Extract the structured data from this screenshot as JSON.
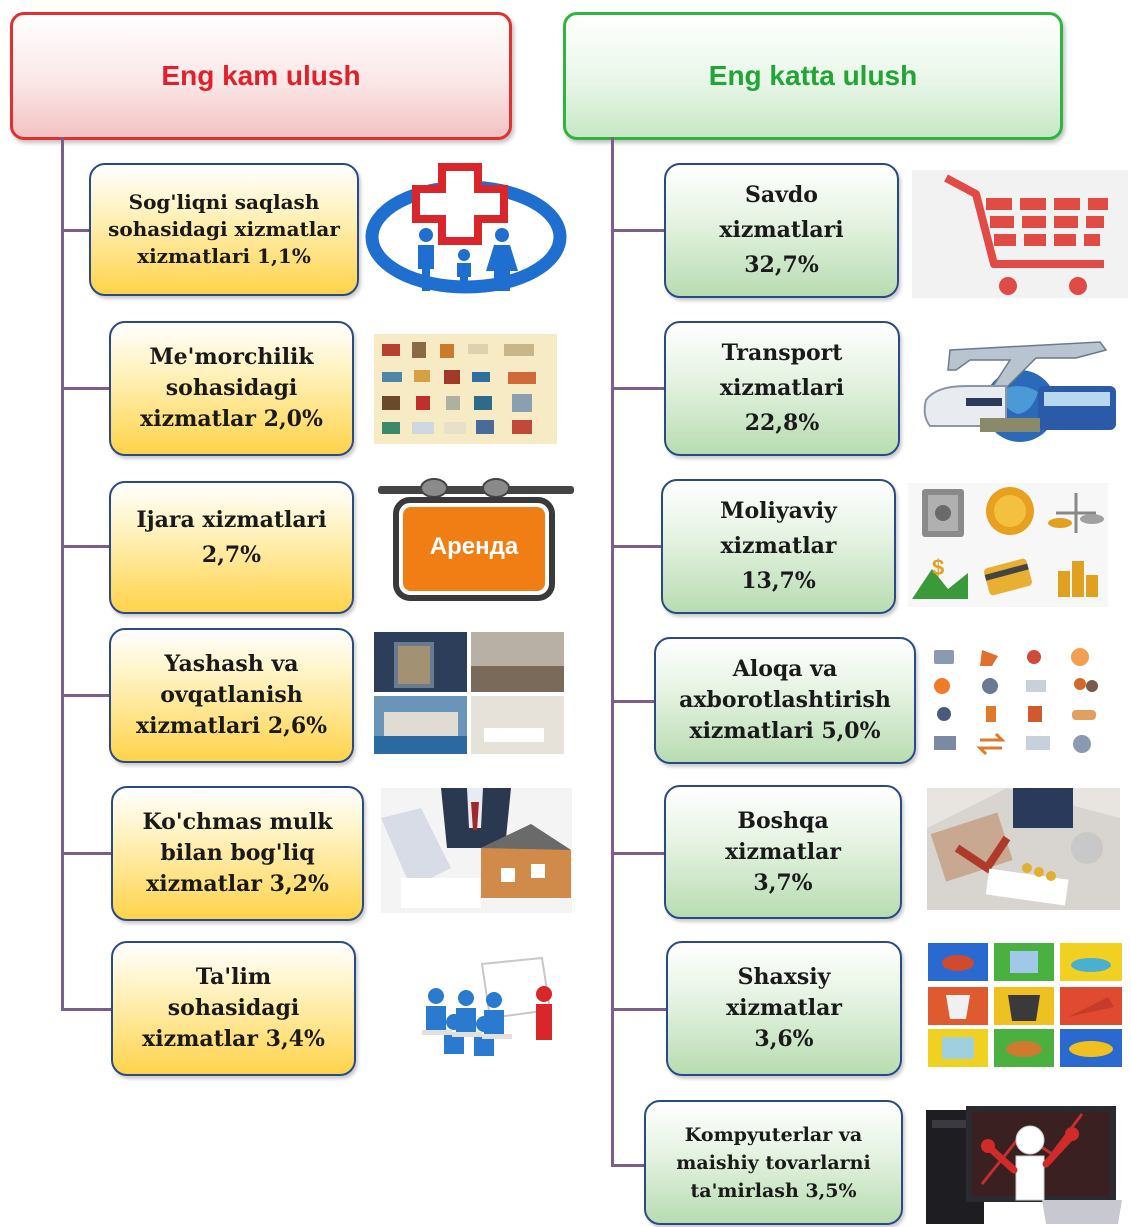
{
  "left_header": "Eng kam ulush",
  "right_header": "Eng katta ulush",
  "left_items": [
    {
      "line1": "Sog'liqni saqlash",
      "line2": "sohasidagi xizmatlar",
      "line3": "xizmatlari 1,1%",
      "icon": "health-care-family-icon"
    },
    {
      "line1": "Me'morchilik",
      "line2": "sohasidagi",
      "line3": "xizmatlar 2,0%",
      "icon": "architecture-collage-icon"
    },
    {
      "line1": "Ijara xizmatlari",
      "line2": "2,7%",
      "line3": "",
      "icon": "rental-sign-icon"
    },
    {
      "line1": "Yashash va",
      "line2": "ovqatlanish",
      "line3": "xizmatlari 2,6%",
      "icon": "hotel-collage-icon"
    },
    {
      "line1": "Ko'chmas mulk",
      "line2": "bilan bog'liq",
      "line3": "xizmatlar 3,2%",
      "icon": "real-estate-contract-icon"
    },
    {
      "line1": "Ta'lim",
      "line2": "sohasidagi",
      "line3": "xizmatlar 3,4%",
      "icon": "classroom-teacher-icon"
    }
  ],
  "right_items": [
    {
      "line1": "Savdo",
      "line2": "xizmatlari",
      "line3": "32,7%",
      "icon": "shopping-cart-icon"
    },
    {
      "line1": "Transport",
      "line2": "xizmatlari",
      "line3": "22,8%",
      "icon": "transport-plane-train-bus-icon"
    },
    {
      "line1": "Moliyaviy",
      "line2": "xizmatlar",
      "line3": "13,7%",
      "icon": "finance-money-icons"
    },
    {
      "line1": "Aloqa va",
      "line2": "axborotlashtirish",
      "line3": "xizmatlari 5,0%",
      "icon": "communication-icons-grid"
    },
    {
      "line1": "Boshqa",
      "line2": "xizmatlar",
      "line3": "3,7%",
      "icon": "office-desk-work-icon"
    },
    {
      "line1": "Shaxsiy",
      "line2": "xizmatlar",
      "line3": "3,6%",
      "icon": "personal-services-tiles-icon"
    },
    {
      "line1": "Kompyuterlar va",
      "line2": "maishiy tovarlarni",
      "line3": "ta'mirlash 3,5%",
      "icon": "computer-repair-icon"
    }
  ],
  "rental_sign_text": "Аренда",
  "colors": {
    "left_header_border": "#e03030",
    "right_header_border": "#2fb53f",
    "box_border": "#2a4a86",
    "connector": "#7a5e8c",
    "yellow_fill": "#ffd34a",
    "green_fill": "#b8dcb1"
  }
}
